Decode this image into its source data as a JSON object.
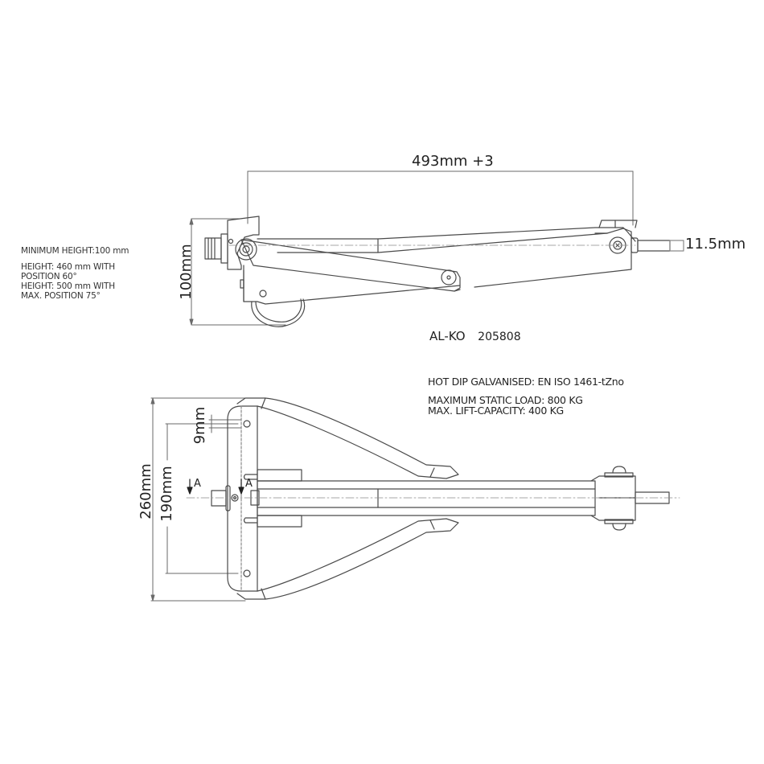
{
  "drawing": {
    "product": {
      "brand": "AL-KO",
      "part_number": "205808"
    },
    "side_view": {
      "dimensions": {
        "length": "493mm +3",
        "min_height": "100mm",
        "pin_diameter": "11.5mm"
      }
    },
    "height_notes": {
      "minimum": "MINIMUM HEIGHT:100 mm",
      "position_60_line1": "HEIGHT: 460 mm WITH",
      "position_60_line2": "POSITION 60°",
      "position_75_line1": "HEIGHT: 500 mm WITH",
      "position_75_line2": "MAX. POSITION 75°"
    },
    "specifications": {
      "galvanised": "HOT DIP GALVANISED: EN ISO 1461-tZno",
      "static_load": "MAXIMUM STATIC LOAD: 800 KG",
      "lift_capacity": "MAX. LIFT-CAPACITY: 400 KG"
    },
    "top_view": {
      "dimensions": {
        "overall_width": "260mm",
        "hole_spacing": "190mm",
        "hole_diameter": "9mm"
      },
      "section_marker_left": "A",
      "section_marker_right": "A"
    },
    "colors": {
      "line": "#4a4a4a",
      "dimension_line": "#6a6a6a",
      "text": "#222222",
      "background": "#ffffff"
    }
  }
}
